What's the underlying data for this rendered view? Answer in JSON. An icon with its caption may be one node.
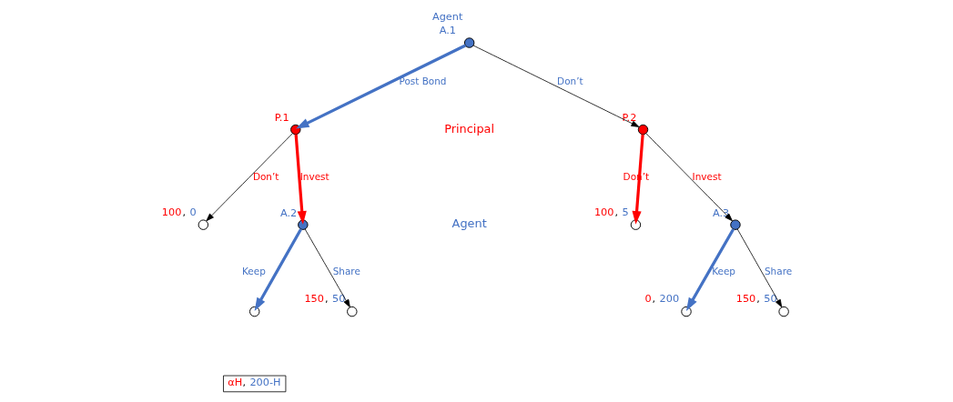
{
  "diagram": {
    "nodes": [
      {
        "text": [],
        "shape": "circle",
        "beside": [
          "Agent",
          "A.1"
        ]
      },
      {
        "text": [],
        "shape": "circle",
        "beside": [
          "P.1"
        ]
      },
      {
        "text": [],
        "shape": "circle",
        "beside": [
          "P.2"
        ]
      },
      {
        "text": [],
        "shape": "circle",
        "beside": [
          "100, 0"
        ]
      },
      {
        "text": [],
        "shape": "circle",
        "beside": [
          "A.2"
        ]
      },
      {
        "text": [],
        "shape": "circle",
        "beside": [
          "100, 5"
        ]
      },
      {
        "text": [],
        "shape": "circle",
        "beside": [
          "A.3"
        ]
      },
      {
        "text": [],
        "shape": "circle"
      },
      {
        "text": [],
        "shape": "circle",
        "beside": [
          "150, 50"
        ]
      },
      {
        "text": [],
        "shape": "circle",
        "beside": [
          "0, 200"
        ]
      },
      {
        "text": [],
        "shape": "circle",
        "beside": [
          "150, 50"
        ]
      },
      {
        "text": [
          "αH, 200-H"
        ]
      }
    ],
    "edges": [
      {
        "from": 0,
        "to": 1,
        "arrow": "to",
        "label": "Post Bond",
        "style": "thick",
        "color": "#4472c4"
      },
      {
        "from": 0,
        "to": 2,
        "arrow": "to",
        "label": "Don’t"
      },
      {
        "from": 1,
        "to": 3,
        "arrow": "to",
        "label": "Don’t"
      },
      {
        "from": 1,
        "to": 4,
        "arrow": "to",
        "label": "Invest",
        "style": "thick",
        "color": "#ff0000"
      },
      {
        "from": 2,
        "to": 5,
        "arrow": "to",
        "label": "Don’t",
        "style": "thick",
        "color": "#ff0000"
      },
      {
        "from": 2,
        "to": 6,
        "arrow": "to",
        "label": "Invest"
      },
      {
        "from": 4,
        "to": 7,
        "arrow": "to",
        "label": "Keep",
        "style": "thick",
        "color": "#4472c4"
      },
      {
        "from": 4,
        "to": 8,
        "arrow": "to",
        "label": "Share"
      },
      {
        "from": 6,
        "to": 9,
        "arrow": "to",
        "label": "Keep",
        "style": "thick",
        "color": "#4472c4"
      },
      {
        "from": 6,
        "to": 10,
        "arrow": "to",
        "label": "Share"
      }
    ],
    "labels": [
      "Principal",
      "Agent"
    ]
  }
}
